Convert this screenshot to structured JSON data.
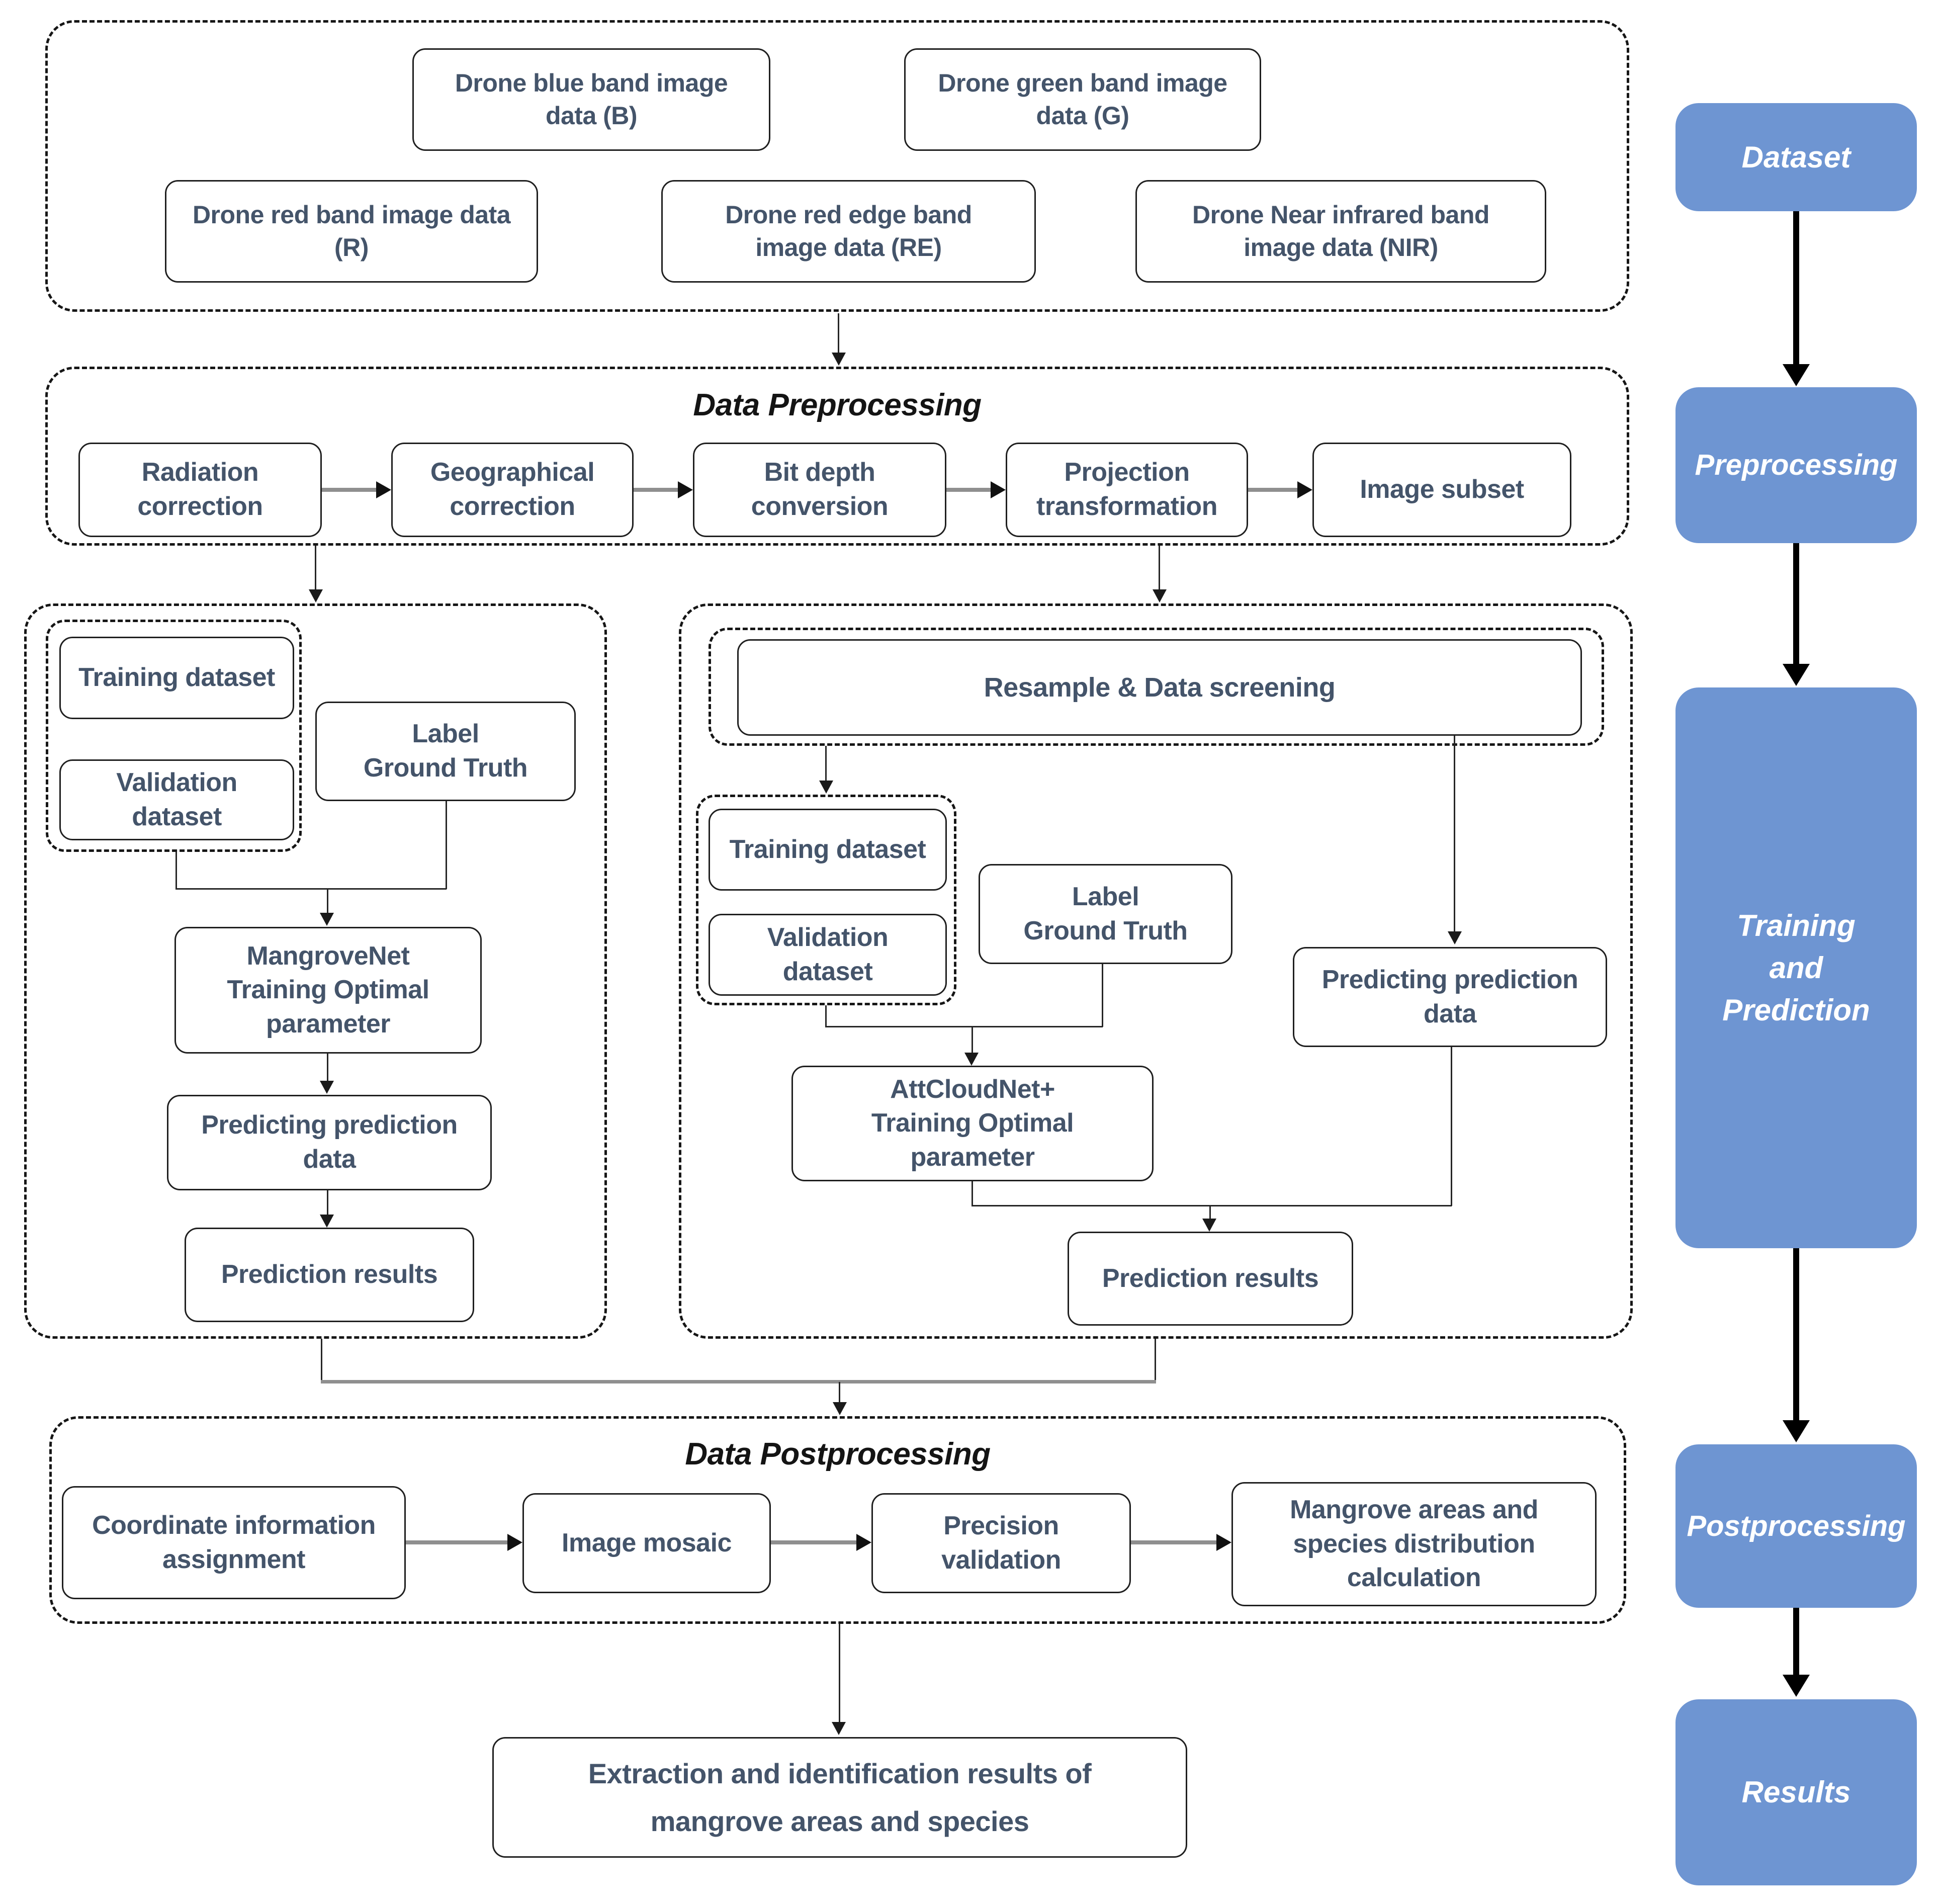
{
  "colors": {
    "stage_fill": "#6E95D2",
    "stage_text": "#FFFFFF",
    "node_text": "#44546A",
    "node_border": "#1F1F1F",
    "dashed_border": "#161616",
    "thin_line": "#262626",
    "thick_gray_line": "#8F8F8F",
    "sidebar_arrow": "#000000"
  },
  "dataset_boxes": [
    "Drone blue band image\ndata (B)",
    "Drone green band image\ndata (G)",
    "Drone red band image data\n(R)",
    "Drone red edge band\nimage data (RE)",
    "Drone Near infrared band\nimage data (NIR)"
  ],
  "preprocessing": {
    "title": "Data Preprocessing",
    "steps": [
      "Radiation\ncorrection",
      "Geographical\ncorrection",
      "Bit depth\nconversion",
      "Projection\ntransformation",
      "Image subset"
    ]
  },
  "training_left": {
    "training_dataset": "Training dataset",
    "validation_dataset": "Validation\ndataset",
    "label_ground_truth": "Label\nGround Truth",
    "model": "MangroveNet\nTraining Optimal\nparameter",
    "predicting": "Predicting prediction\ndata",
    "prediction_results": "Prediction results"
  },
  "training_right": {
    "resample": "Resample & Data screening",
    "training_dataset": "Training dataset",
    "validation_dataset": "Validation\ndataset",
    "label_ground_truth": "Label\nGround Truth",
    "predicting": "Predicting prediction\ndata",
    "model": "AttCloudNet+\nTraining Optimal\nparameter",
    "prediction_results": "Prediction results"
  },
  "postprocessing": {
    "title": "Data Postprocessing",
    "steps": [
      "Coordinate information\nassignment",
      "Image mosaic",
      "Precision\nvalidation",
      "Mangrove areas and\nspecies distribution\ncalculation"
    ]
  },
  "final_output": "Extraction and identification results of\nmangrove areas and species",
  "sidebar": {
    "stages": [
      "Dataset",
      "Preprocessing",
      "Training\nand\nPrediction",
      "Postprocessing",
      "Results"
    ]
  }
}
